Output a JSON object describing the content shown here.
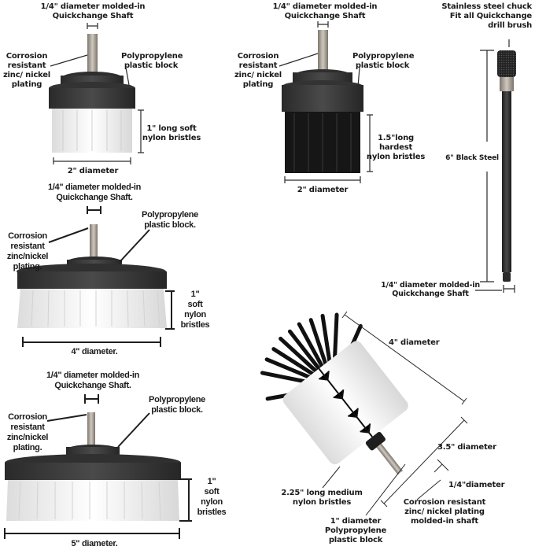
{
  "panels": {
    "brush_2in_white": {
      "shaft_label": "1/4\" diameter molded-in\nQuickchange Shaft",
      "plating_label": "Corrosion\nresistant\nzinc/ nickel\nplating",
      "block_label": "Polypropylene\nplastic block",
      "bristle_label": "1\" long soft\nnylon bristles",
      "diameter_label": "2\" diameter",
      "bristle_color": "#f2f2f2"
    },
    "brush_2in_black": {
      "shaft_label": "1/4\" diameter molded-in\nQuickchange Shaft",
      "plating_label": "Corrosion\nresistant\nzinc/ nickel\nplating",
      "block_label": "Polypropylene\nplastic block",
      "bristle_label": "1.5\"long hardest\nnylon bristles",
      "diameter_label": "2\" diameter",
      "bristle_color": "#1b1b1b"
    },
    "extension_bar": {
      "chuck_label": "Stainless steel chuck\nFit all Quickchange\ndrill brush",
      "length_label": "6\" Black Steel",
      "shaft_label": "1/4\" diameter molded-in\nQuickchange Shaft"
    },
    "brush_4in_white": {
      "shaft_label": "1/4\" diameter molded-in\nQuickchange Shaft.",
      "plating_label": "Corrosion\nresistant\nzinc/nickel\nplating.",
      "block_label": "Polypropylene\nplastic block.",
      "bristle_label": "1\"\nsoft\nnylon\nbristles",
      "diameter_label": "4\" diameter."
    },
    "brush_5in_white": {
      "shaft_label": "1/4\" diameter molded-in\nQuickchange Shaft.",
      "plating_label": "Corrosion\nresistant\nzinc/nickel\nplating.",
      "block_label": "Polypropylene\nplastic block.",
      "bristle_label": "1\"\nsoft\nnylon\nbristles",
      "diameter_label": "5\" diameter."
    },
    "cone_brush": {
      "top_diameter_label": "4\" diameter",
      "bottom_diameter_label": "3.5\" diameter",
      "shaft_diameter_label": "1/4\"diameter",
      "bristle_label": "2.25\" long medium\nnylon bristles",
      "block_label": "1\" diameter\nPolypropylene\nplastic block",
      "shaft_label": "Corrosion resistant\nzinc/ nickel plating\nmolded-in shaft"
    }
  },
  "colors": {
    "block": "#3a3a3a",
    "shaft": "#a9a29a",
    "dimension_line": "#2a2a2a",
    "white_bristle": "#f2f2f2",
    "black_bristle": "#151515"
  }
}
